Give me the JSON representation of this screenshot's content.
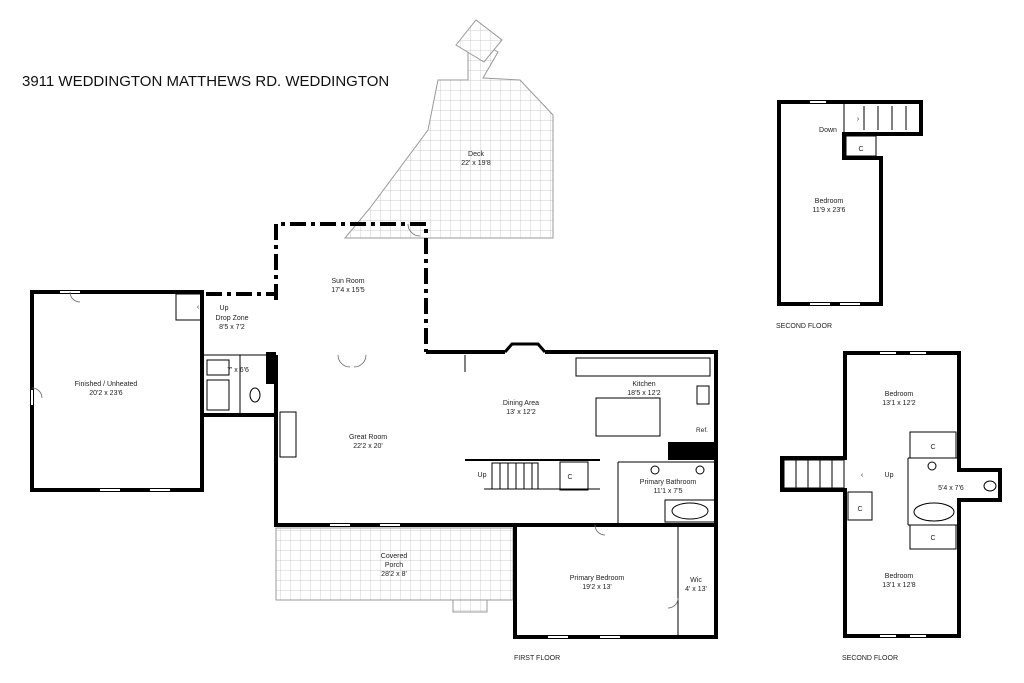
{
  "title": "3911 WEDDINGTON MATTHEWS RD. WEDDINGTON",
  "floors": {
    "first": "FIRST FLOOR",
    "second_a": "SECOND FLOOR",
    "second_b": "SECOND FLOOR"
  },
  "rooms": {
    "deck": {
      "name": "Deck",
      "dims": "22' x 19'8"
    },
    "sun_room": {
      "name": "Sun Room",
      "dims": "17'4 x 15'5"
    },
    "finished": {
      "name": "Finished / Unheated",
      "dims": "20'2 x 23'6"
    },
    "drop_zone": {
      "name": "Drop Zone",
      "dims": "8'5 x 7'2"
    },
    "half_bath": {
      "dims": "7' x 6'6"
    },
    "great_room": {
      "name": "Great Room",
      "dims": "22'2 x 20'"
    },
    "dining": {
      "name": "Dining Area",
      "dims": "13' x 12'2"
    },
    "kitchen": {
      "name": "Kitchen",
      "dims": "18'5 x 12'2"
    },
    "primary_bath": {
      "name": "Primary Bathroom",
      "dims": "11'1 x 7'5"
    },
    "covered_porch": {
      "name": "Covered",
      "name2": "Porch",
      "dims": "28'2 x 8'"
    },
    "primary_bedroom": {
      "name": "Primary Bedroom",
      "dims": "19'2 x 13'"
    },
    "wic": {
      "name": "Wic",
      "dims": "4' x 13'"
    },
    "upper_bedroom": {
      "name": "Bedroom",
      "dims": "11'9 x 23'6"
    },
    "bedroom_2": {
      "name": "Bedroom",
      "dims": "13'1 x 12'2"
    },
    "bedroom_3": {
      "name": "Bedroom",
      "dims": "13'1 x 12'8"
    },
    "bath_2": {
      "dims": "5'4 x 7'6"
    }
  },
  "markers": {
    "up": "Up",
    "down": "Down",
    "closet": "C",
    "ref": "Ref."
  }
}
